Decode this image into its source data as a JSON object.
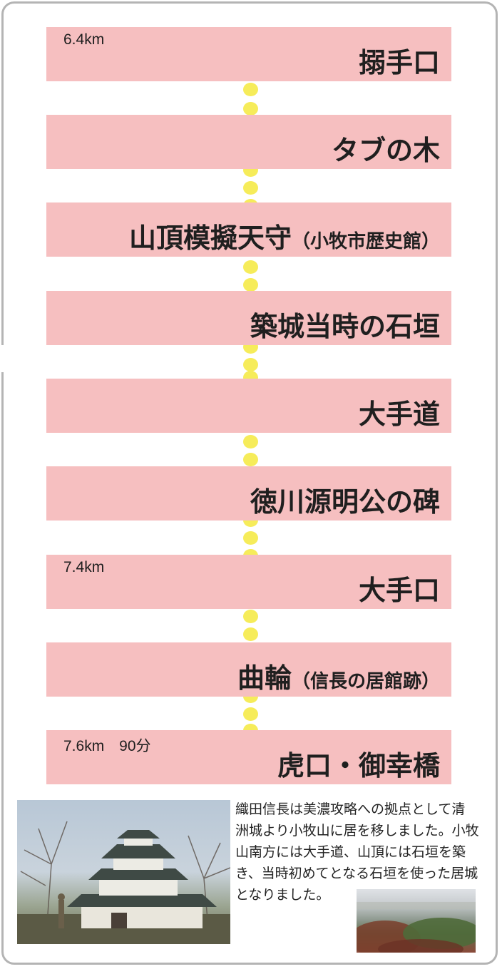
{
  "stops": [
    {
      "distance": "6.4km",
      "name": "搦手口",
      "sub": ""
    },
    {
      "distance": "",
      "name": "タブの木",
      "sub": ""
    },
    {
      "distance": "",
      "name": "山頂模擬天守",
      "sub": "（小牧市歴史館）"
    },
    {
      "distance": "",
      "name": "築城当時の石垣",
      "sub": ""
    },
    {
      "distance": "",
      "name": "大手道",
      "sub": ""
    },
    {
      "distance": "",
      "name": "徳川源明公の碑",
      "sub": ""
    },
    {
      "distance": "7.4km",
      "name": "大手口",
      "sub": ""
    },
    {
      "distance": "",
      "name": "曲輪",
      "sub": "（信長の居館跡）"
    },
    {
      "distance": "7.6km　90分",
      "name": "虎口・御幸橋",
      "sub": ""
    }
  ],
  "description": {
    "lines": [
      "織田信長は美濃攻略への拠点として清",
      "洲城より小牧山に居を移しました。小牧",
      "山南方には大手道、山頂には石垣を築",
      "き、当時初めてとなる石垣を使った居城",
      "となりました。"
    ]
  },
  "colors": {
    "bar": "#f6bfc0",
    "dot": "#f6ec5a",
    "border": "#b4b4b4",
    "text": "#1f1f1f"
  }
}
